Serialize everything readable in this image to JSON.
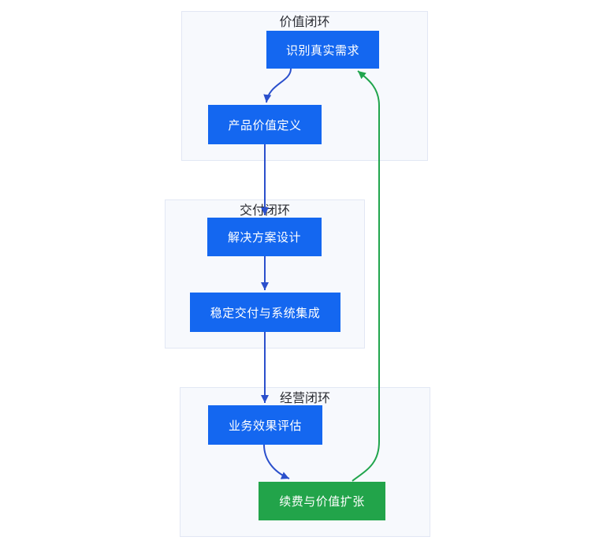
{
  "colors": {
    "node_blue": "#1467f0",
    "node_green": "#22a44a",
    "arrow_blue": "#2b50cc",
    "arrow_green": "#21a54d",
    "group_bg": "#f7f9fd",
    "group_border": "#e2e7f4",
    "title_text": "#2b2d33",
    "node_text": "#ffffff"
  },
  "diagram": {
    "groups": [
      {
        "title": "价值闭环"
      },
      {
        "title": "交付闭环"
      },
      {
        "title": "经营闭环"
      }
    ],
    "nodes": [
      {
        "label": "识别真实需求"
      },
      {
        "label": "产品价值定义"
      },
      {
        "label": "解决方案设计"
      },
      {
        "label": "稳定交付与系统集成"
      },
      {
        "label": "业务效果评估"
      },
      {
        "label": "续费与价值扩张"
      }
    ],
    "edges": [
      {
        "from": "识别真实需求",
        "to": "产品价值定义",
        "color": "blue"
      },
      {
        "from": "产品价值定义",
        "to": "解决方案设计",
        "color": "blue"
      },
      {
        "from": "解决方案设计",
        "to": "稳定交付与系统集成",
        "color": "blue"
      },
      {
        "from": "稳定交付与系统集成",
        "to": "业务效果评估",
        "color": "blue"
      },
      {
        "from": "业务效果评估",
        "to": "续费与价值扩张",
        "color": "blue"
      },
      {
        "from": "续费与价值扩张",
        "to": "识别真实需求",
        "color": "green"
      }
    ]
  }
}
